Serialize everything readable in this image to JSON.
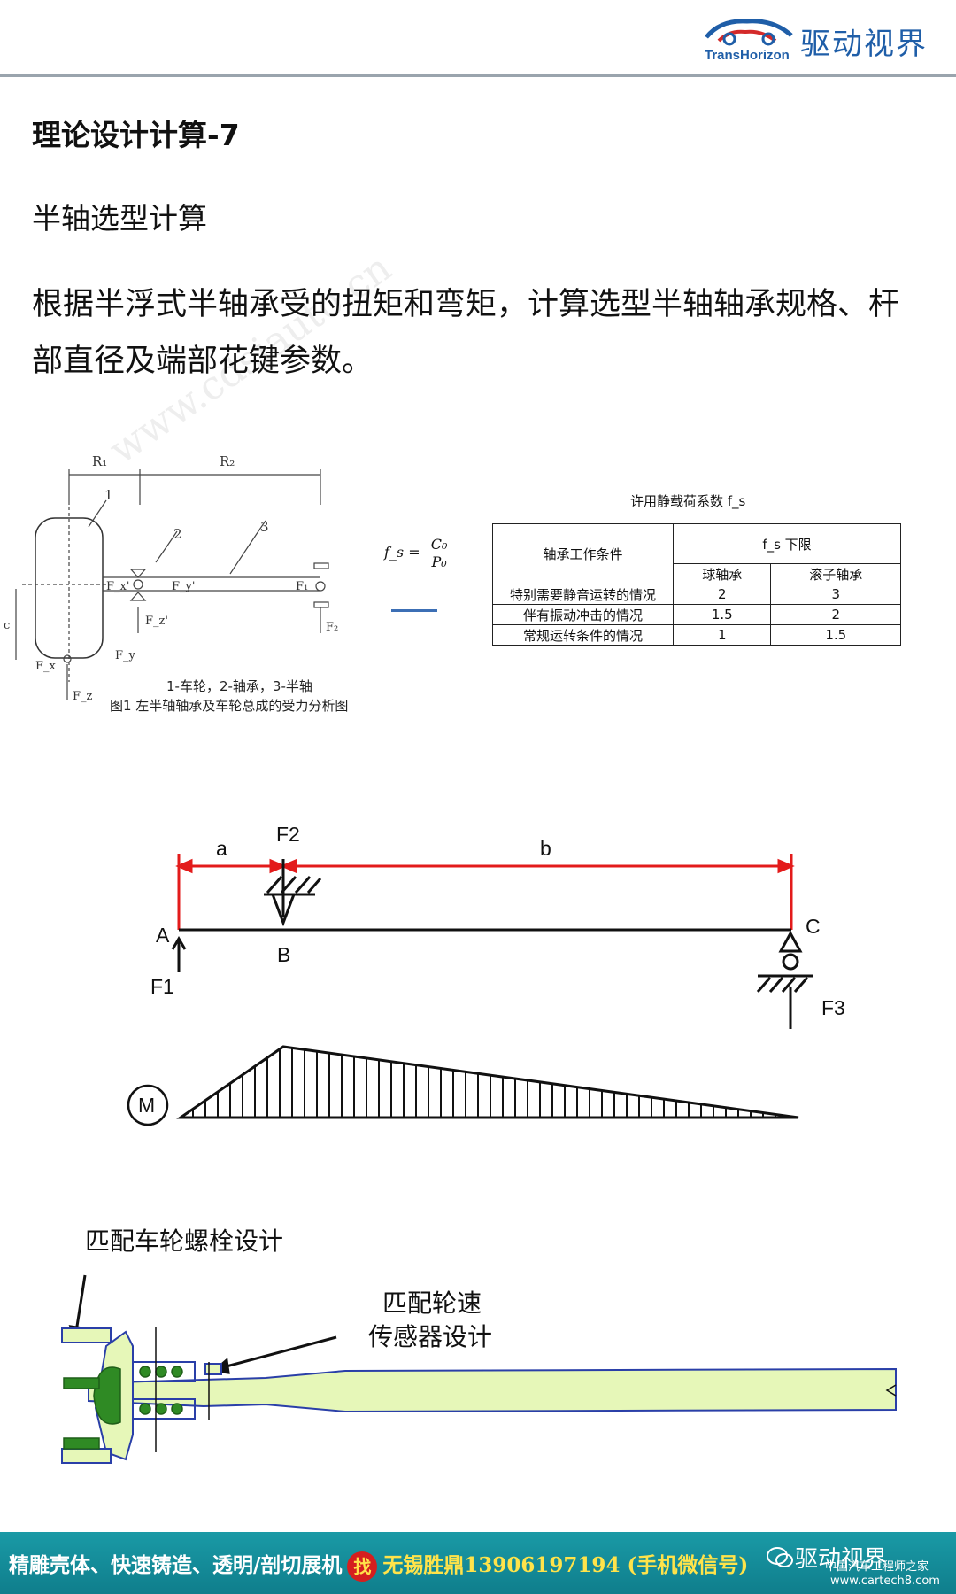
{
  "header": {
    "brand_cn": "驱动视界",
    "brand_en": "TransHorizon"
  },
  "watermark": "www.cdsjauto.cn",
  "title": "理论设计计算-7",
  "subtitle": "半轴选型计算",
  "body_text": "根据半浮式半轴承受的扭矩和弯矩，计算选型半轴轴承规格、杆部直径及端部花键参数。",
  "fig1": {
    "dims": [
      "R₁",
      "R₂"
    ],
    "parts": [
      "1",
      "2",
      "3"
    ],
    "forces": [
      "F_x'",
      "F_y'",
      "F₁",
      "F_z'",
      "F₂",
      "F_x",
      "F_y",
      "F_z",
      "c"
    ],
    "caption_legend": "1-车轮，2-轴承，3-半轴",
    "caption": "图1  左半轴轴承及车轮总成的受力分析图"
  },
  "formula": {
    "lhs": "f_s =",
    "num": "C₀",
    "den": "P₀"
  },
  "table": {
    "caption": "许用静载荷系数 f_s",
    "header_condition": "轴承工作条件",
    "header_limit": "f_s 下限",
    "col_ball": "球轴承",
    "col_roller": "滚子轴承",
    "rows": [
      {
        "cond": "特别需要静音运转的情况",
        "ball": "2",
        "roller": "3"
      },
      {
        "cond": "伴有振动冲击的情况",
        "ball": "1.5",
        "roller": "2"
      },
      {
        "cond": "常规运转条件的情况",
        "ball": "1",
        "roller": "1.5"
      }
    ]
  },
  "beam": {
    "a": "a",
    "b": "b",
    "F1": "F1",
    "F2": "F2",
    "F3": "F3",
    "A": "A",
    "B": "B",
    "C": "C",
    "M": "M"
  },
  "callouts": {
    "bolt": "匹配车轮螺栓设计",
    "sensor_line1": "匹配轮速",
    "sensor_line2": "传感器设计"
  },
  "footer": {
    "left": "精雕壳体、快速铸造、透明/剖切展机",
    "badge": "找",
    "right": "无锡胜鼎13906197194 (手机微信号)",
    "wechat": "驱动视界",
    "site_cn": "中国汽车工程师之家",
    "site_url": "www.cartech8.com"
  },
  "colors": {
    "accent": "#1f5ea8",
    "red_dim": "#e31b1b",
    "shaft_fill": "#e6f7b8",
    "footer": "#1a9aa6"
  }
}
